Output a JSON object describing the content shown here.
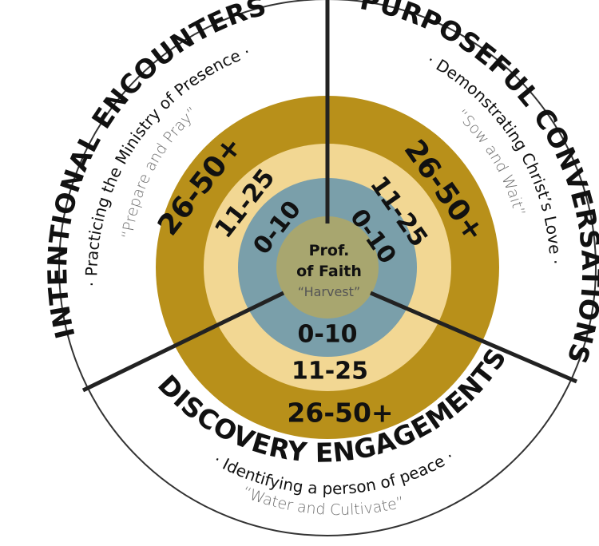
{
  "colors": {
    "outer_ring": "#b8901a",
    "middle_ring": "#f2d793",
    "inner_ring": "#7a9faa",
    "center": "#a8a66f",
    "divider": "#222222",
    "border": "#333333"
  },
  "sections": {
    "intentional": {
      "title": "INTENTIONAL ENCOUNTERS",
      "subtitle": "· Practicing the Ministry of Presence ·",
      "quote": "“Prepare and Pray”",
      "rings": {
        "outer": "26-50+",
        "middle": "11-25",
        "inner": "0-10"
      }
    },
    "purposeful": {
      "title": "PURPOSEFUL CONVERSATIONS",
      "subtitle": "· Demonstrating Christ’s Love ·",
      "quote": "“Sow and Wait”",
      "rings": {
        "outer": "26-50+",
        "middle": "11-25",
        "inner": "0-10"
      }
    },
    "discovery": {
      "title": "DISCOVERY ENGAGEMENTS",
      "subtitle": "· Identifying a person of peace ·",
      "quote": "“Water and Cultivate”",
      "rings": {
        "outer": "26-50+",
        "middle": "11-25",
        "inner": "0-10"
      }
    }
  },
  "center": {
    "line1": "Prof.",
    "line2": "of Faith",
    "quote": "“Harvest”"
  }
}
